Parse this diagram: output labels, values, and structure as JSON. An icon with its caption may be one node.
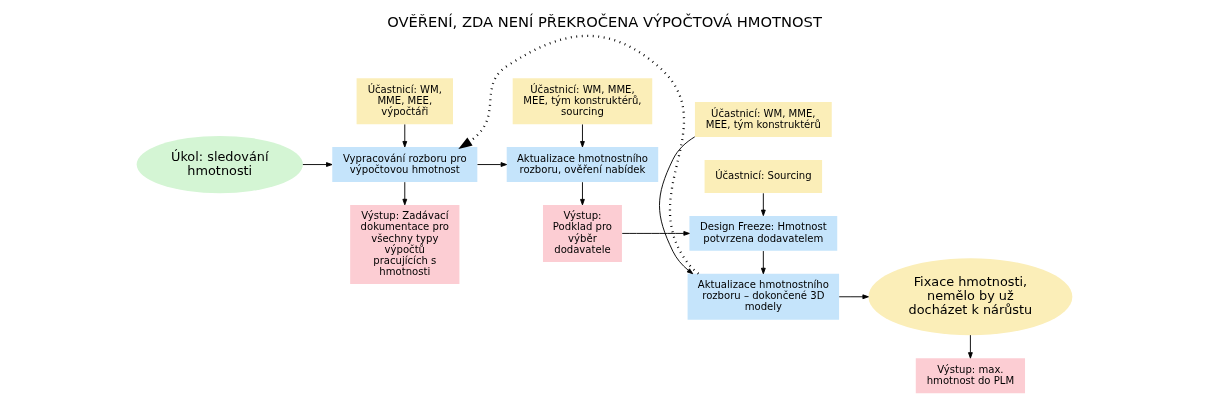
{
  "diagram": {
    "title": "OVĚŘENÍ, ZDA NENÍ PŘEKROČENA VÝPOČTOVÁ HMOTNOST",
    "nodes": [
      {
        "text": [
          "Úkol: sledování hmotnosti"
        ]
      },
      {
        "text": [
          "Účastnicí: WM, MME, MEE, výpočtáři"
        ]
      },
      {
        "text": [
          "Vypracování rozboru pro výpočtovou hmotnost"
        ]
      },
      {
        "text": [
          "Výstup: Zadávací dokumentace pro všechny typy výpočtů pracujících s hmotnosti"
        ]
      },
      {
        "text": [
          "Účastnicí: WM, MME, MEE, tým konstruktérů, sourcing"
        ]
      },
      {
        "text": [
          "Aktualizace hmotnostního rozboru, ověření nabídek"
        ]
      },
      {
        "text": [
          "Výstup: Podklad pro výběr dodavatele"
        ]
      },
      {
        "text": [
          "Účastnicí: WM, MME, MEE, tým konstruktérů"
        ]
      },
      {
        "text": [
          "Aktualizace hmotnostního rozboru – dokončené 3D modely"
        ]
      },
      {
        "text": [
          "Design Freeze: Hmotnost potvrzena dodavatelem"
        ]
      },
      {
        "text": [
          "Účastnicí: Sourcing"
        ]
      },
      {
        "text": [
          "Fixace hmotnosti, nemělo by už docházet k nárůstu"
        ]
      },
      {
        "text": [
          "Výstup: max. hmotnost do PLM"
        ]
      }
    ],
    "edges": [
      {
        "from": 0,
        "to": 2,
        "arrow": "to"
      },
      {
        "from": 1,
        "to": 2,
        "arrow": "to"
      },
      {
        "from": 2,
        "to": 3,
        "arrow": "to"
      },
      {
        "from": 2,
        "to": 5,
        "arrow": "to"
      },
      {
        "from": 4,
        "to": 5,
        "arrow": "to"
      },
      {
        "from": 5,
        "to": 6,
        "arrow": "to"
      },
      {
        "from": 6,
        "to": 9,
        "arrow": "to"
      },
      {
        "from": 10,
        "to": 9,
        "arrow": "to"
      },
      {
        "from": 9,
        "to": 8,
        "arrow": "to"
      },
      {
        "from": 7,
        "to": 8,
        "arrow": "to"
      },
      {
        "from": 8,
        "to": 11,
        "arrow": "to"
      },
      {
        "from": 11,
        "to": 12,
        "arrow": "to"
      },
      {
        "from": 8,
        "to": 2,
        "arrow": "to",
        "style": "dashed"
      }
    ]
  }
}
